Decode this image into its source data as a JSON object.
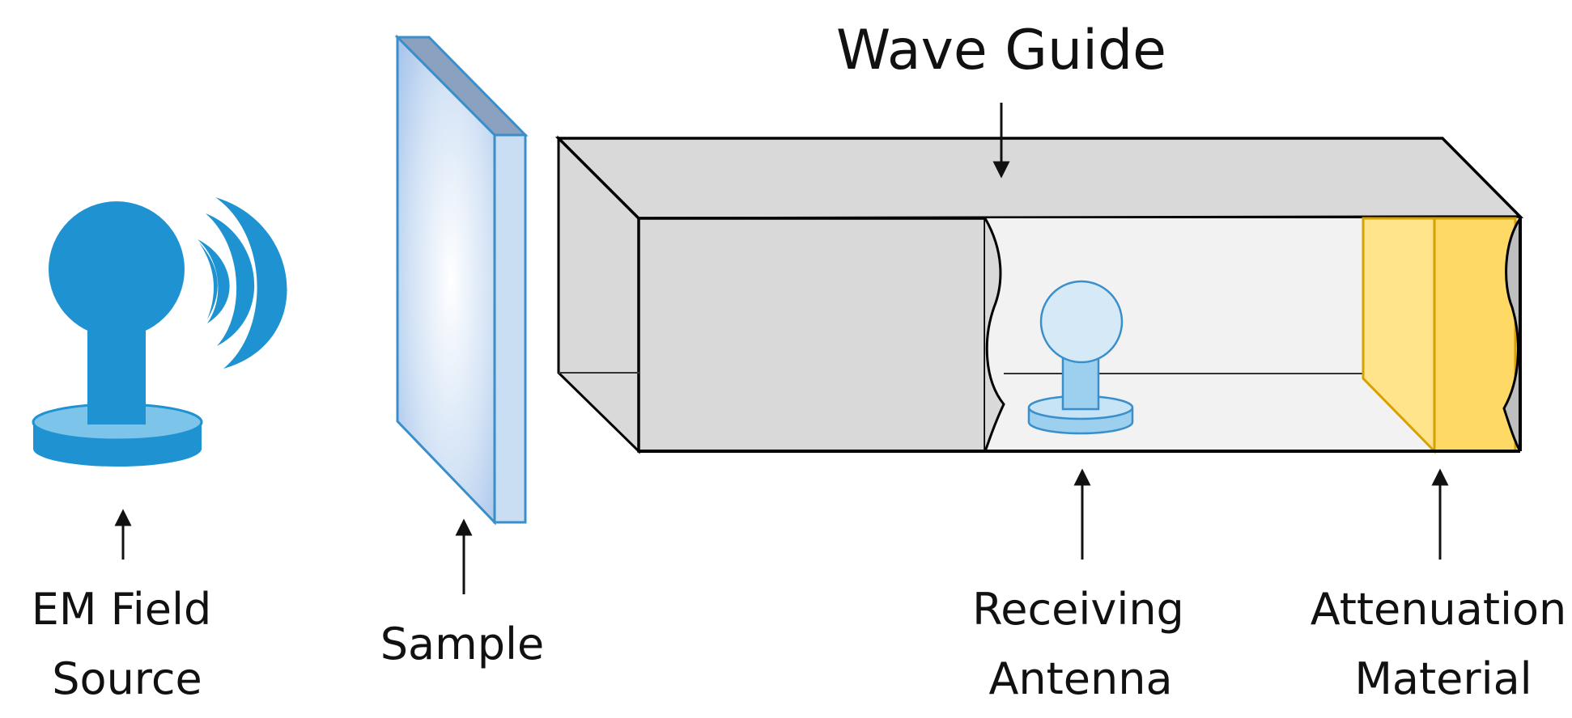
{
  "labels": {
    "wave_guide": "Wave Guide",
    "em_field_source_line1": "EM Field",
    "em_field_source_line2": "Source",
    "sample": "Sample",
    "receiving_antenna_line1": "Receiving",
    "receiving_antenna_line2": "Antenna",
    "attenuation_material_line1": "Attenuation",
    "attenuation_material_line2": "Material"
  },
  "colors": {
    "source_blue": "#1f92d2",
    "source_base_light": "#7cc4ea",
    "sample_edge": "#3a8fcb",
    "waveguide_gray": "#d9d9d9",
    "waveguide_inner": "#f2f2f2",
    "attenuation_yellow": "#ffd966",
    "attenuation_light": "#ffe48c",
    "attenuation_edge": "#d8a100",
    "antenna_light": "#d5e9f7",
    "antenna_mid": "#9dd0ef"
  },
  "icons": {
    "source": "em-field-source-icon",
    "waves": "signal-waves-icon",
    "antenna": "receiving-antenna-icon"
  }
}
